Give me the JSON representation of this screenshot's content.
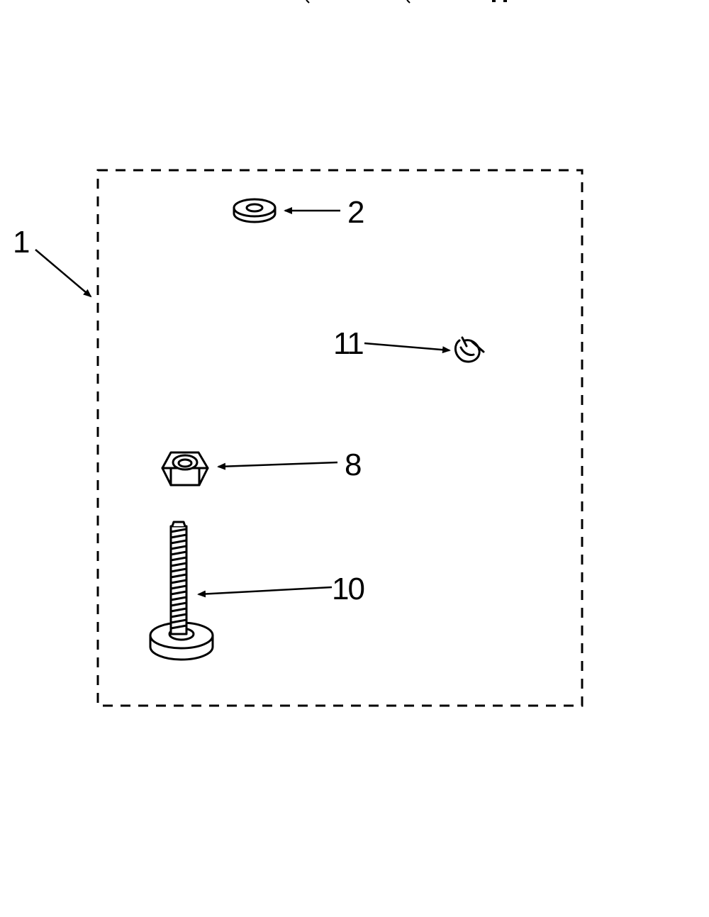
{
  "diagram": {
    "colors": {
      "ink": "#000000",
      "paper": "#ffffff"
    },
    "kit": {
      "callout": "1",
      "boundary": "dashed"
    },
    "parts": [
      {
        "callout": "2",
        "shape": "washer-icon"
      },
      {
        "callout": "11",
        "shape": "clip-icon"
      },
      {
        "callout": "8",
        "shape": "hex-nut-icon"
      },
      {
        "callout": "10",
        "shape": "leveling-foot-bolt-icon"
      }
    ]
  }
}
